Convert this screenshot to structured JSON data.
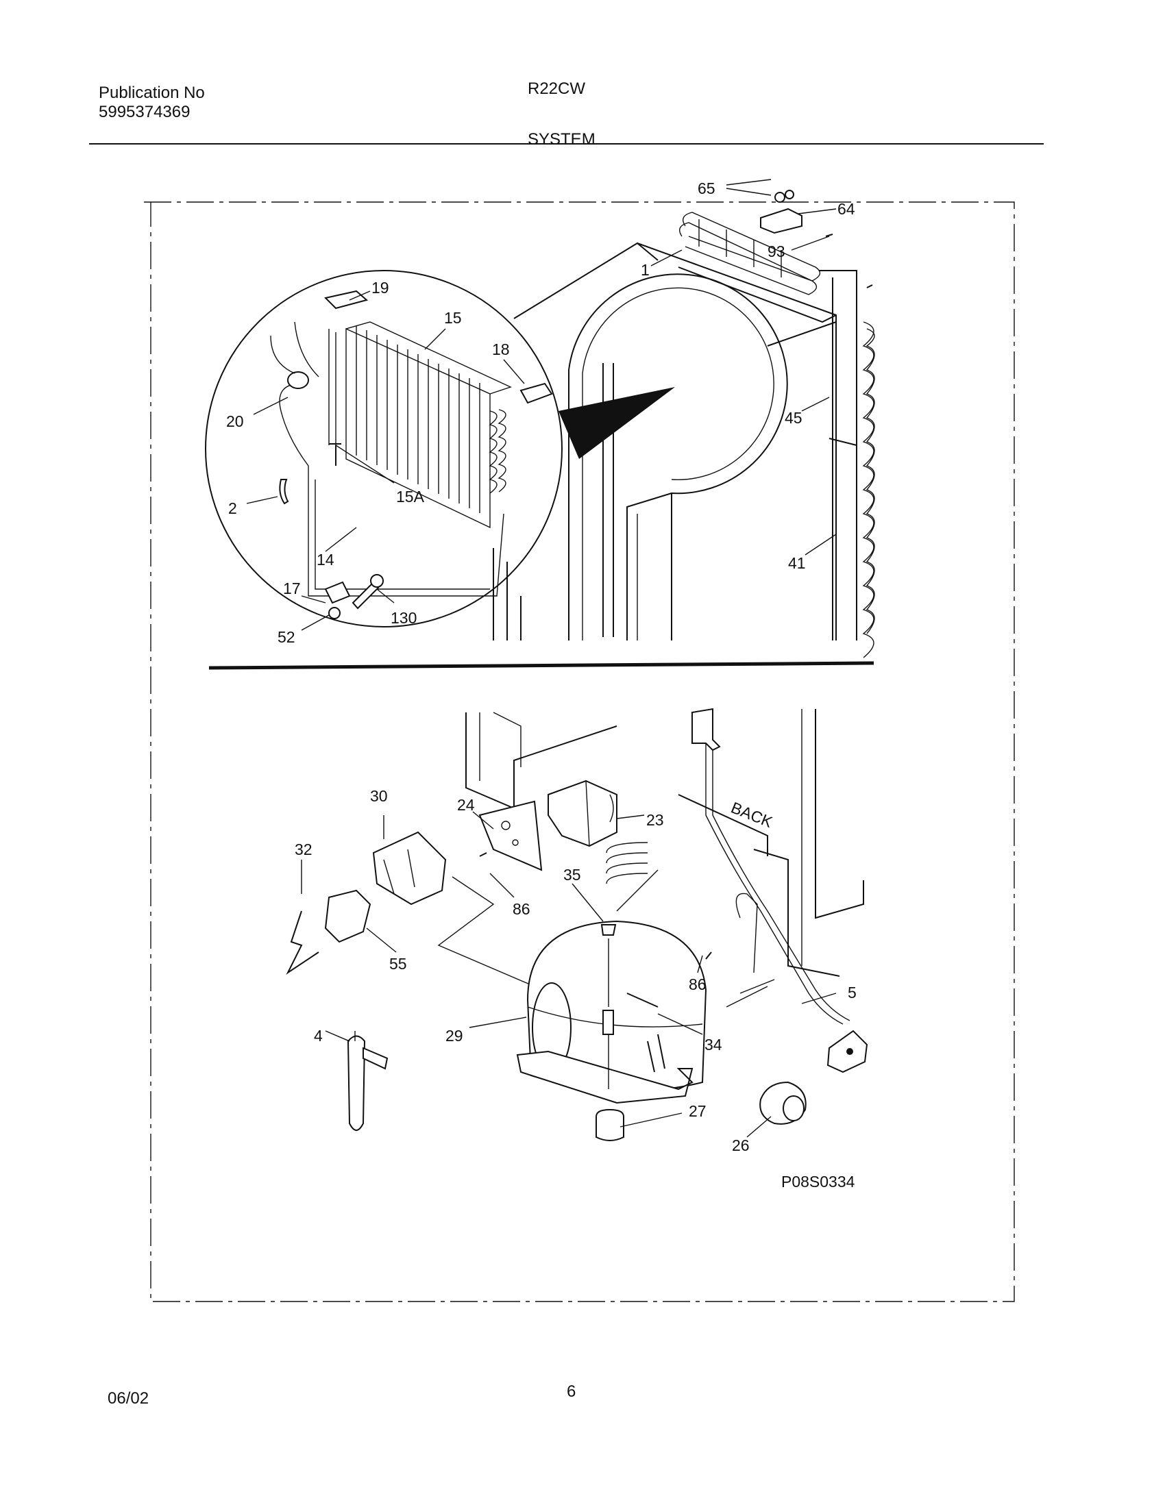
{
  "header": {
    "publication_label": "Publication No",
    "publication_number": "5995374369",
    "model": "R22CW",
    "section": "SYSTEM"
  },
  "diagram": {
    "part_callouts": [
      "65",
      "64",
      "93",
      "1",
      "19",
      "15",
      "18",
      "20",
      "15A",
      "2",
      "14",
      "17",
      "130",
      "52",
      "45",
      "41",
      "30",
      "24",
      "23",
      "32",
      "86",
      "35",
      "55",
      "86",
      "5",
      "29",
      "4",
      "34",
      "27",
      "26"
    ],
    "back_label": "BACK",
    "figure_code": "P08S0334"
  },
  "footer": {
    "date": "06/02",
    "page": "6"
  }
}
